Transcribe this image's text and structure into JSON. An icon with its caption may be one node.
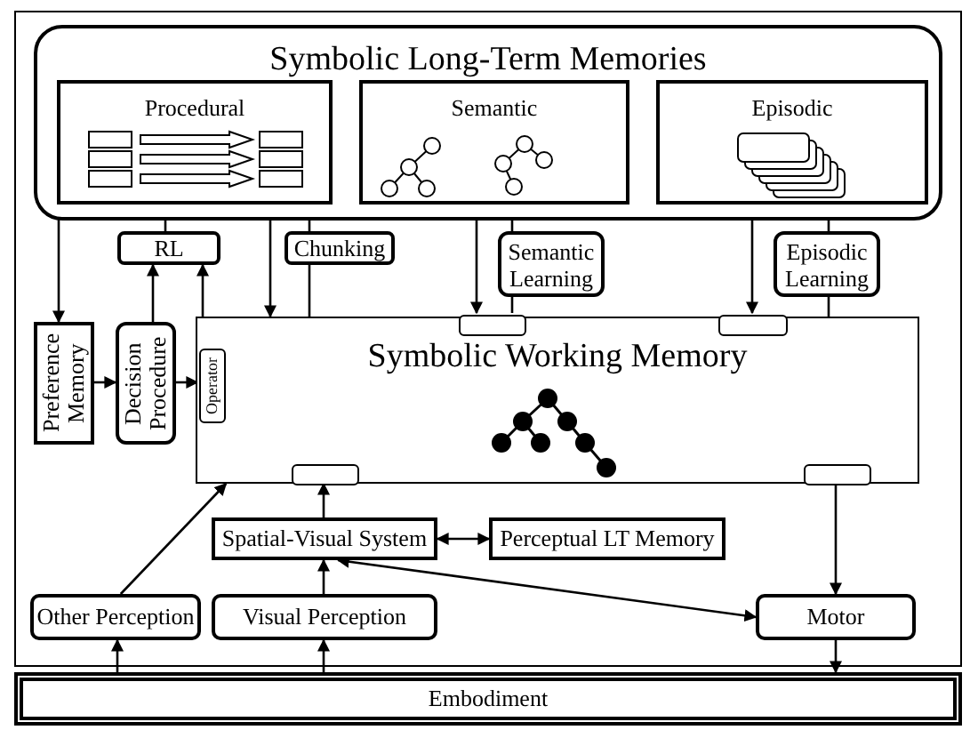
{
  "diagram": {
    "nodes": [
      {
        "text": [
          "Symbolic Long-Term Memories"
        ]
      },
      {
        "text": [
          "Procedural"
        ],
        "in": 0
      },
      {
        "text": [
          "Semantic"
        ],
        "in": 0
      },
      {
        "text": [
          "Episodic"
        ],
        "in": 0
      },
      {
        "text": [
          "RL"
        ]
      },
      {
        "text": [
          "Chunking"
        ]
      },
      {
        "text": [
          "Semantic Learning"
        ]
      },
      {
        "text": [
          "Episodic Learning"
        ]
      },
      {
        "text": [
          "Preference Memory"
        ]
      },
      {
        "text": [
          "Decision Procedure"
        ]
      },
      {
        "text": [
          "Symbolic Working Memory"
        ]
      },
      {
        "text": [
          "Operator"
        ],
        "in": 10
      },
      {
        "text": [],
        "shape": "box",
        "in": 10
      },
      {
        "text": [],
        "shape": "box",
        "in": 10
      },
      {
        "text": [],
        "shape": "box",
        "in": 10
      },
      {
        "text": [],
        "shape": "box",
        "in": 10
      },
      {
        "text": [
          "Spatial-Visual System"
        ]
      },
      {
        "text": [
          "Perceptual LT Memory"
        ]
      },
      {
        "text": [
          "Other Perception"
        ]
      },
      {
        "text": [
          "Visual Perception"
        ]
      },
      {
        "text": [
          "Motor"
        ]
      },
      {
        "text": [
          "Embodiment"
        ]
      }
    ],
    "edges": [
      {
        "from": 1,
        "to": 8,
        "arrow": "to"
      },
      {
        "from": 4,
        "to": 1,
        "arrow": "to"
      },
      {
        "from": 9,
        "to": 4,
        "arrow": "to"
      },
      {
        "from": 10,
        "to": 4,
        "arrow": "to"
      },
      {
        "from": 1,
        "to": 10,
        "arrow": "to"
      },
      {
        "from": 10,
        "to": 5,
        "arrow": "none"
      },
      {
        "from": 5,
        "to": 1,
        "arrow": "to"
      },
      {
        "from": 2,
        "to": 12,
        "arrow": "to"
      },
      {
        "from": 12,
        "to": 6,
        "arrow": "none"
      },
      {
        "from": 6,
        "to": 2,
        "arrow": "to"
      },
      {
        "from": 3,
        "to": 13,
        "arrow": "to"
      },
      {
        "from": 10,
        "to": 7,
        "arrow": "none"
      },
      {
        "from": 7,
        "to": 3,
        "arrow": "to"
      },
      {
        "from": 8,
        "to": 9,
        "arrow": "to"
      },
      {
        "from": 9,
        "to": 11,
        "arrow": "to"
      },
      {
        "from": 16,
        "to": 14,
        "arrow": "to"
      },
      {
        "from": 16,
        "to": 17,
        "arrow": "both"
      },
      {
        "from": 19,
        "to": 16,
        "arrow": "to"
      },
      {
        "from": 16,
        "to": 20,
        "arrow": "both"
      },
      {
        "from": 18,
        "to": 10,
        "arrow": "to"
      },
      {
        "from": 15,
        "to": 20,
        "arrow": "to"
      },
      {
        "from": 20,
        "to": 21,
        "arrow": "to"
      },
      {
        "from": 21,
        "to": 18,
        "arrow": "to"
      },
      {
        "from": 21,
        "to": 19,
        "arrow": "to"
      }
    ]
  }
}
